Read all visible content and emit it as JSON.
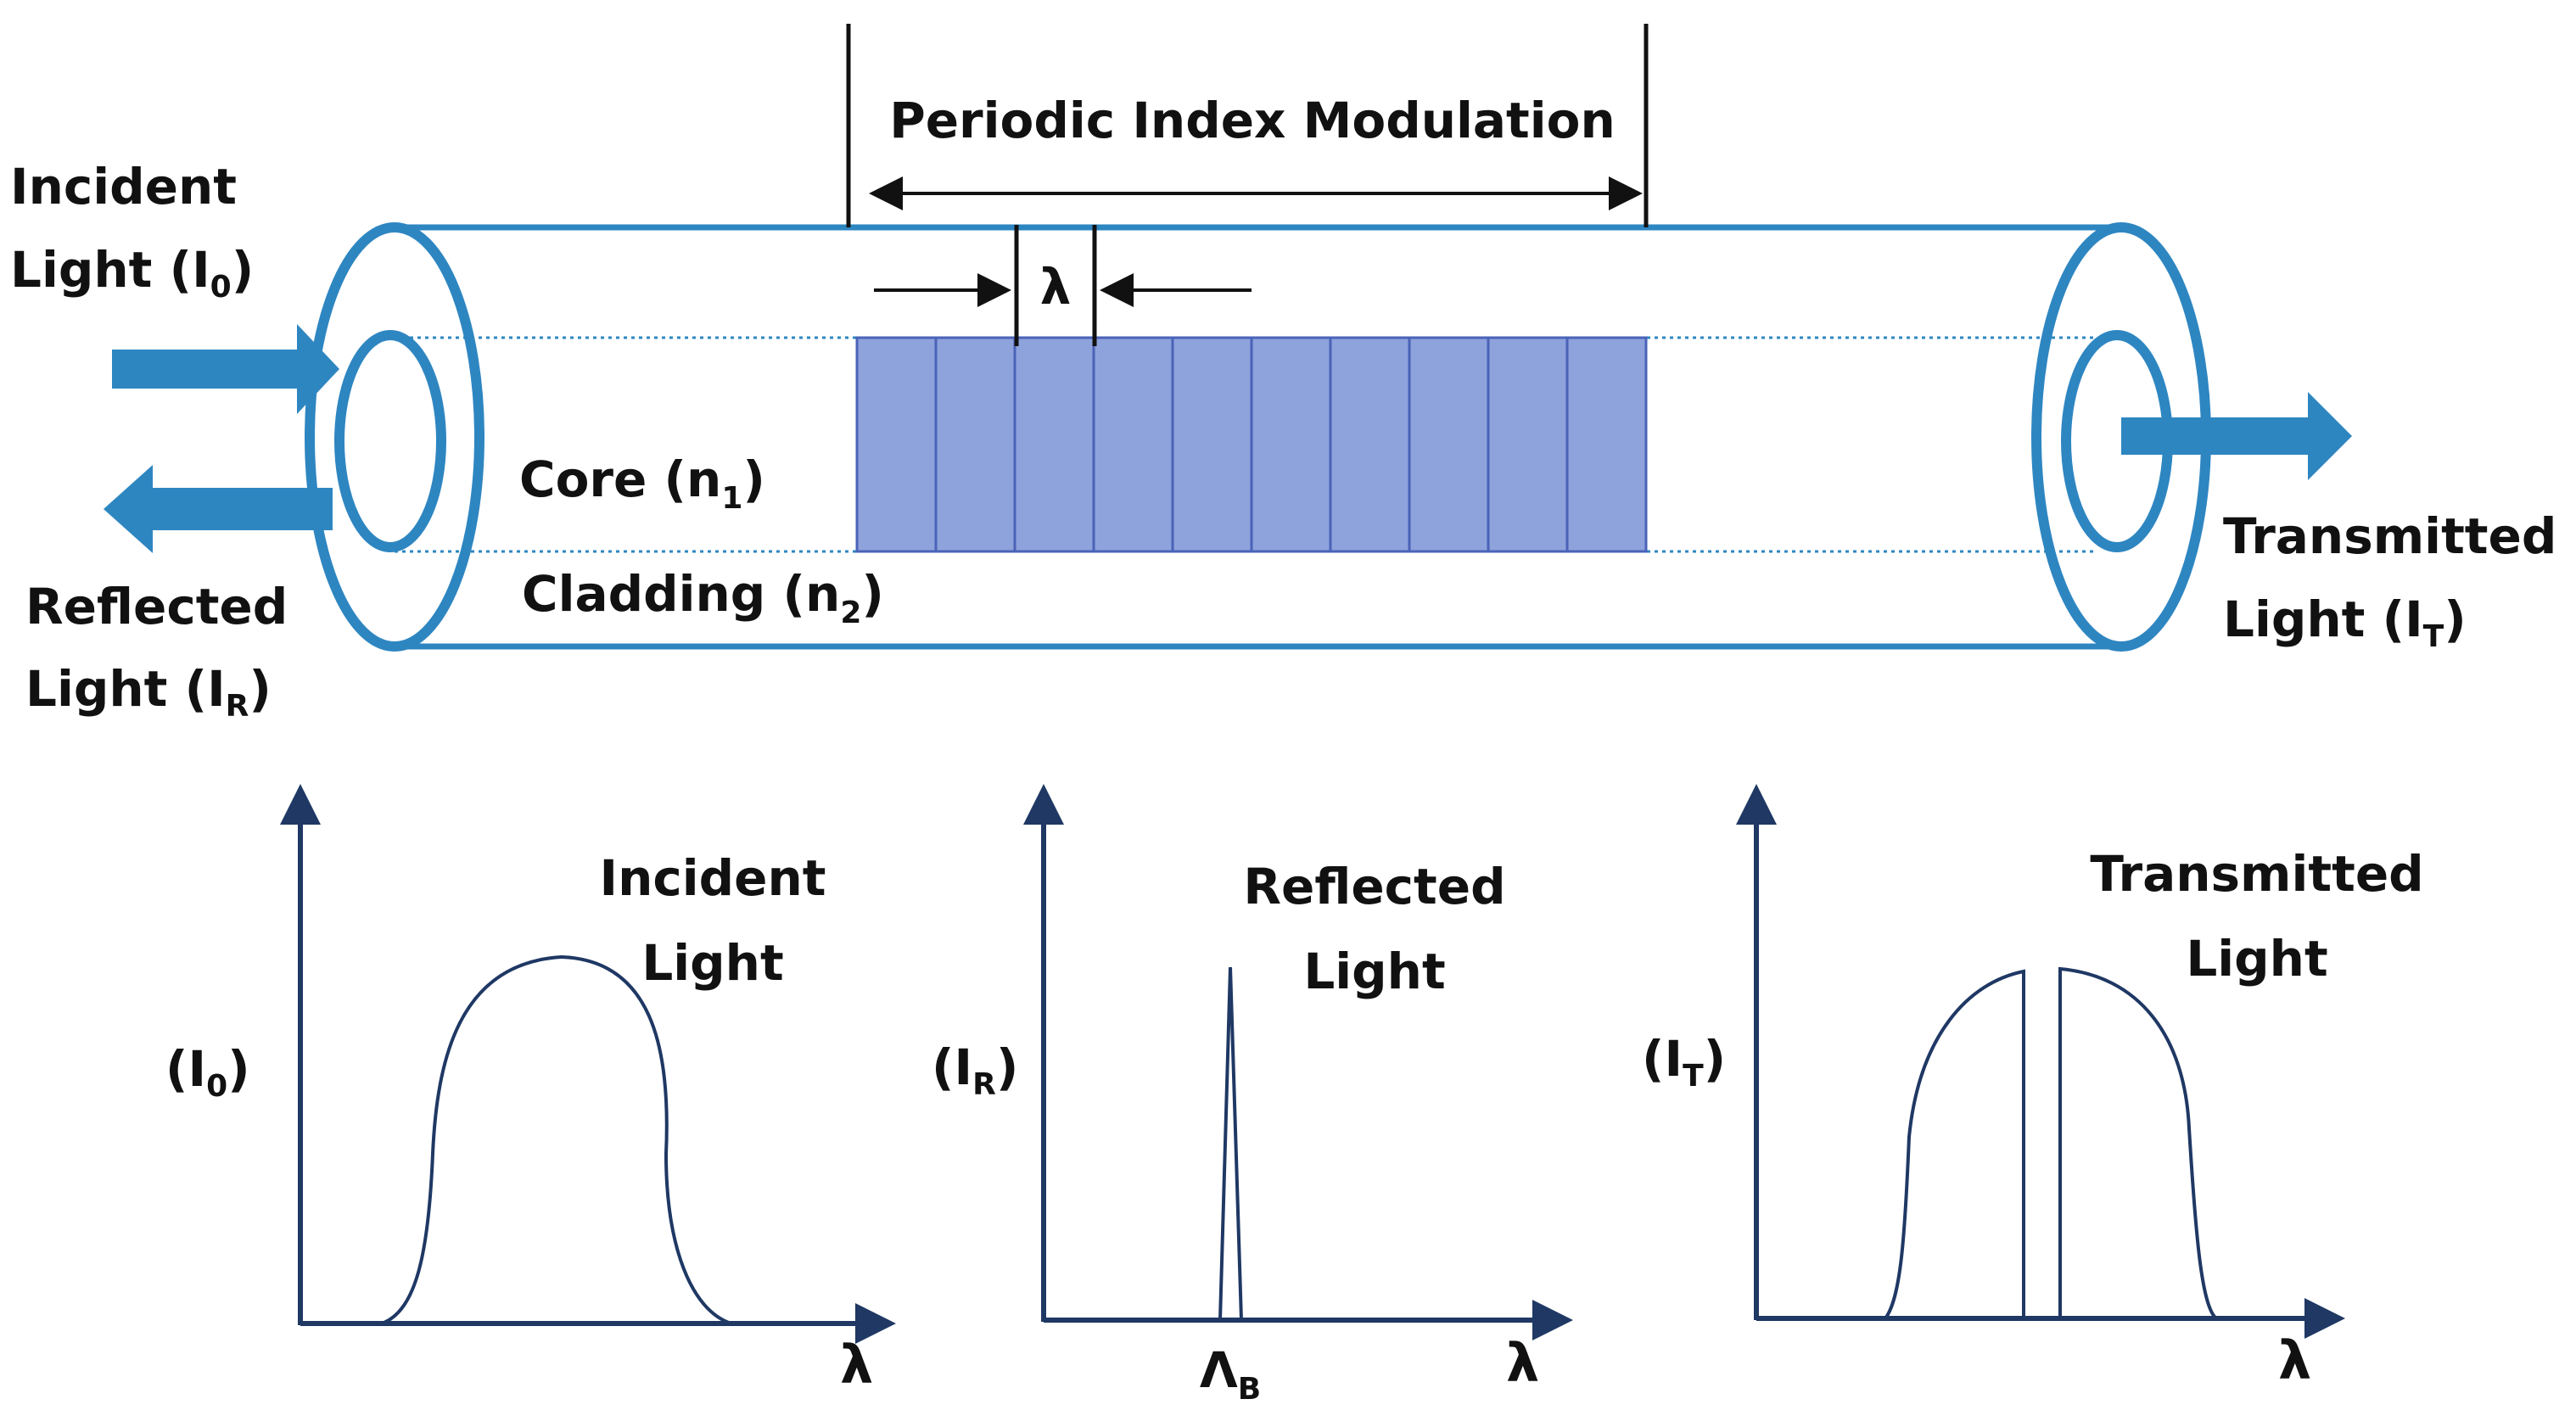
{
  "fiber": {
    "modulation_label": "Periodic Index Modulation",
    "period_symbol": "λ",
    "core_label": "Core (n",
    "core_sub": "1",
    "cladding_label": "Cladding (n",
    "cladding_sub": "2",
    "close_paren": ")",
    "incident_line1": "Incident",
    "incident_line2": "Light (I",
    "incident_sub": "0",
    "reflected_line1": "Reflected",
    "reflected_line2": "Light (I",
    "reflected_sub": "R",
    "transmitted_line1": "Transmitted",
    "transmitted_line2": "Light (I",
    "transmitted_sub": "T",
    "grating_bands": 10
  },
  "plots": {
    "incident": {
      "title1": "Incident",
      "title2": "Light",
      "ylabel": "(I",
      "ysub": "0",
      "ylabel_end": ")",
      "xlabel": "λ"
    },
    "reflected": {
      "title1": "Reflected",
      "title2": "Light",
      "ylabel": "(I",
      "ysub": "R",
      "ylabel_end": ")",
      "xlabel": "λ",
      "peak_label": "Λ",
      "peak_sub": "B"
    },
    "transmitted": {
      "title1": "Transmitted",
      "title2": "Light",
      "ylabel": "(I",
      "ysub": "T",
      "ylabel_end": ")",
      "xlabel": "λ"
    }
  },
  "colors": {
    "fiber_blue": "#2e86c1",
    "grating_fill": "#8ea2dc",
    "grating_line": "#4a63b8",
    "ink": "#111111",
    "plot_line": "#1f3864"
  }
}
